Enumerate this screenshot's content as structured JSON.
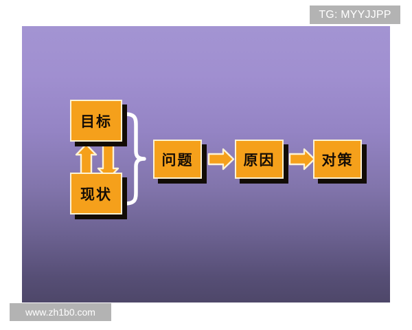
{
  "badge": {
    "text": "TG: MYYJJPP"
  },
  "watermark": {
    "text": "www.zh1b0.com"
  },
  "slide": {
    "background_top_color": "#a394d2",
    "background_bottom_color": "#4e4769"
  },
  "diagram": {
    "type": "flow",
    "box_fill_color": "#f5a01b",
    "box_border_color": "#fdf3d6",
    "box_shadow_color": "#120c05",
    "arrow_fill_color": "#f5a01b",
    "arrow_outline_color": "#fdf3d6",
    "brace_color": "#ffffff",
    "boxes": [
      {
        "id": "goal",
        "label": "目标"
      },
      {
        "id": "current",
        "label": "现状"
      },
      {
        "id": "problem",
        "label": "问题"
      },
      {
        "id": "cause",
        "label": "原因"
      },
      {
        "id": "counter",
        "label": "对策"
      }
    ],
    "connectors": [
      {
        "id": "up-arrow",
        "from": "current",
        "to": "goal",
        "direction": "up"
      },
      {
        "id": "down-arrow",
        "from": "goal",
        "to": "current",
        "direction": "down"
      },
      {
        "id": "brace",
        "from": "goal+current",
        "to": "problem",
        "shape": "curly-brace"
      },
      {
        "id": "arrow-problem-cause",
        "from": "problem",
        "to": "cause",
        "direction": "right"
      },
      {
        "id": "arrow-cause-counter",
        "from": "cause",
        "to": "counter",
        "direction": "right"
      }
    ]
  }
}
